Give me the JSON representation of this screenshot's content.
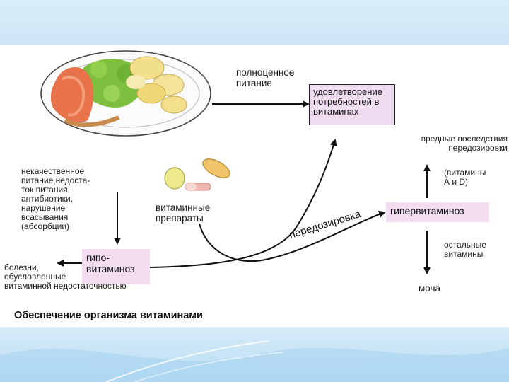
{
  "diagram": {
    "full_nutrition": "полноценное\nпитание",
    "satisfaction": "удовлетворение\nпотребностей в\nвитаминах",
    "harmful": "вредные последствия\nпередозировки",
    "vitamins_ad": "(витамины\nА и D)",
    "causes": "некачественное\nпитание,недоста-\nток питания,\nантибиотики,\nнарушение\nвсасывания\n(абсорбции)",
    "preparations": "витаминные\nпрепараты",
    "hyper": "гипервитаминоз",
    "hypo": "гипо-\nвитаминоз",
    "overdose": "передозировка",
    "other_vitamins": "остальные\nвитамины",
    "diseases": "болезни,\nобусловленные\nвитаминной недостаточностью",
    "urine": "моча",
    "caption": "Обеспечение организма витаминами"
  },
  "colors": {
    "box_fill": "#f0dcf0",
    "background": "#cfe6f7"
  }
}
